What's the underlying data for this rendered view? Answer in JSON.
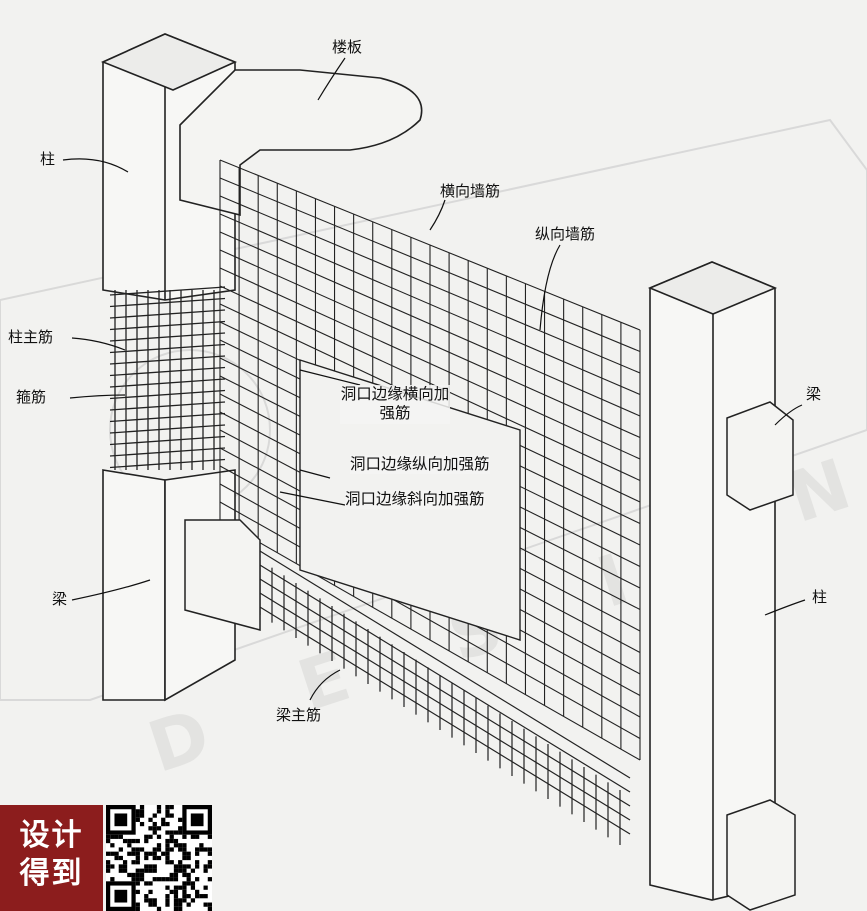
{
  "labels": {
    "floor_slab": "楼板",
    "column_left": "柱",
    "transverse_wall_rebar": "横向墙筋",
    "longitudinal_wall_rebar": "纵向墙筋",
    "column_main_rebar": "柱主筋",
    "stirrup": "箍筋",
    "opening_edge_transverse": "洞口边缘横向加强筋",
    "opening_edge_longitudinal": "洞口边缘纵向加强筋",
    "opening_edge_diagonal": "洞口边缘斜向加强筋",
    "beam_left": "梁",
    "beam_right": "梁",
    "column_right": "柱",
    "beam_main_rebar": "梁主筋"
  },
  "badge": {
    "line1": "设计",
    "line2": "得到"
  },
  "watermark": {
    "letters": [
      "D",
      "E",
      "S",
      "I",
      "G",
      "N"
    ]
  }
}
